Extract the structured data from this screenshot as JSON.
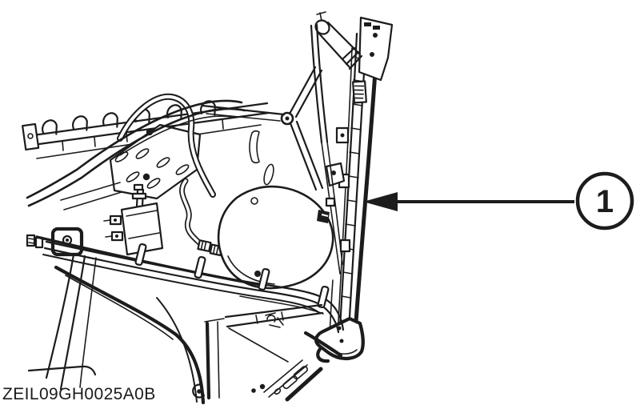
{
  "figure": {
    "code_label": "ZEIL09GH0025A0B",
    "callout": {
      "number": "1"
    },
    "illustration_name": "convertible-top-side-rail-and-hydraulic-assembly-line-art",
    "colors": {
      "line": "#1c1c1c",
      "background": "#ffffff"
    }
  }
}
